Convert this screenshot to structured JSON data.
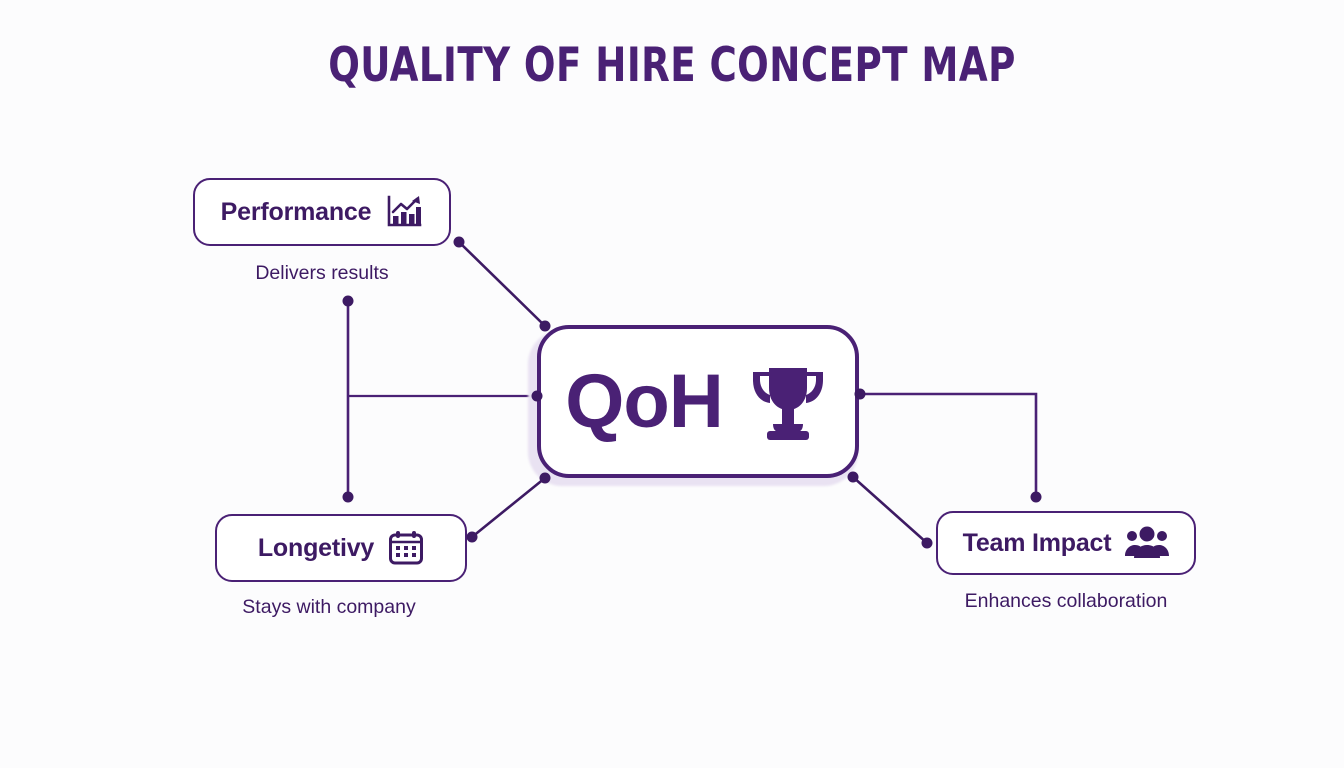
{
  "page": {
    "title": "QUALITY OF HIRE CONCEPT MAP",
    "background_color": "#fcfcfd",
    "accent_color": "#4a2175",
    "text_color": "#3d1a63",
    "glow_color": "#e9e2f2"
  },
  "center": {
    "label": "QoH",
    "icon": "trophy-icon"
  },
  "nodes": [
    {
      "id": "performance",
      "label": "Performance",
      "icon": "bar-chart-growth-icon",
      "caption": "Delivers results"
    },
    {
      "id": "longevity",
      "label": "Longetivy",
      "icon": "calendar-icon",
      "caption": "Stays with company"
    },
    {
      "id": "team",
      "label": "Team Impact",
      "icon": "people-group-icon",
      "caption": "Enhances collaboration"
    }
  ]
}
